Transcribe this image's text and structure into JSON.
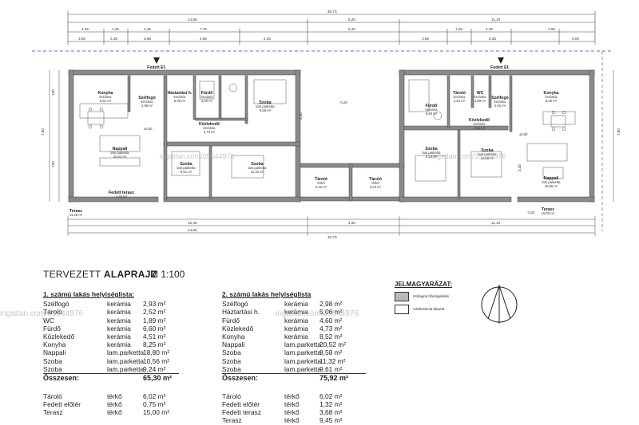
{
  "plan": {
    "top_dims": {
      "overall": "30,73",
      "left_total": "14,55",
      "mid_total": "6,20",
      "right_total": "11,10",
      "segments_row1": [
        "4,45",
        "1,25",
        "2,35",
        "7,75",
        "6,20",
        "1,25",
        "2,35",
        "4,65"
      ],
      "segments_row2": [
        "3,55",
        "2,35",
        "3,95",
        "4,85",
        "2,25",
        "3,95",
        "5,25",
        "4,00"
      ]
    },
    "bottom_dims": {
      "left_total": "15,45",
      "mid_total": "4,20",
      "right_total": "11,10",
      "overall_a": "14,55",
      "overall_b": "30,73"
    },
    "level_marks": [
      "-0,28",
      "±0,00",
      "±0,00",
      "-0,02"
    ],
    "rooms_left": [
      {
        "name": "Konyha",
        "sub": "kerámia",
        "area": "8,52 m²"
      },
      {
        "name": "Szélfogó",
        "sub": "kerámia",
        "area": "2,98 m²"
      },
      {
        "name": "Háztartási h.",
        "sub": "kerámia",
        "area": "5,06 m²"
      },
      {
        "name": "Fürdő",
        "sub": "kerámia",
        "area": "4,60 m²"
      },
      {
        "name": "Szoba",
        "sub": "lam.parketta",
        "area": "8,58 m²"
      },
      {
        "name": "Közlekedő",
        "sub": "kerámia",
        "area": "4,73 m²"
      },
      {
        "name": "Nappali",
        "sub": "lam.parketta",
        "area": "20,52 m²"
      },
      {
        "name": "Szoba",
        "sub": "lam.parketta",
        "area": "9,61 m²"
      },
      {
        "name": "Szoba",
        "sub": "lam.parketta",
        "area": "11,32 m²"
      },
      {
        "name": "Fedett terasz",
        "sub": "",
        "area": "1,32 m²"
      },
      {
        "name": "Terasz",
        "sub": "",
        "area": "14,28 m²"
      },
      {
        "name": "Fedett Ef.",
        "sub": "",
        "area": ""
      }
    ],
    "rooms_mid": [
      {
        "name": "Tároló",
        "sub": "térkő",
        "area": "6,02 m²"
      },
      {
        "name": "Tároló",
        "sub": "térkő",
        "area": "6,02 m²"
      }
    ],
    "rooms_right": [
      {
        "name": "Tároló",
        "sub": "kerámia",
        "area": "2,52 m²"
      },
      {
        "name": "Fürdő",
        "sub": "kerámia",
        "area": "6,60 m²"
      },
      {
        "name": "WC",
        "sub": "kerámia",
        "area": "1,89 m²"
      },
      {
        "name": "Szélfogó",
        "sub": "kerámia",
        "area": "2,93 m²"
      },
      {
        "name": "Konyha",
        "sub": "kerámia",
        "area": "8,25 m²"
      },
      {
        "name": "Közlekedő",
        "sub": "kerámia",
        "area": "4,51 m²"
      },
      {
        "name": "Szoba",
        "sub": "lam.parketta",
        "area": "10,56 m²"
      },
      {
        "name": "Szoba",
        "sub": "lam.parketta",
        "area": "9,24 m²"
      },
      {
        "name": "Nappali",
        "sub": "lam.parketta",
        "area": "18,80 m²"
      },
      {
        "name": "Terasz",
        "sub": "",
        "area": "15,00 m²"
      },
      {
        "name": "Fedett Ef.",
        "sub": "",
        "area": ""
      }
    ],
    "side_dims": [
      "7,80",
      "130",
      "130",
      "3,30",
      "3,30",
      "7,80"
    ]
  },
  "header": {
    "title_a": "TERVEZETT ",
    "title_b": "ALAPRAJZ",
    "scale": "M 1:100"
  },
  "list1": {
    "heading": "1. számú lakás helyiséglista:",
    "rows": [
      [
        "Szélfogó",
        "kerámia",
        "2,93 m²"
      ],
      [
        "Tároló",
        "kerámia",
        "2,52 m²"
      ],
      [
        "WC",
        "kerámia",
        "1,89 m²"
      ],
      [
        "Fürdő",
        "kerámia",
        "6,60 m²"
      ],
      [
        "Közlekedő",
        "kerámia",
        "4,51 m²"
      ],
      [
        "Konyha",
        "kerámia",
        "8,25 m²"
      ],
      [
        "Nappali",
        "lam.parketta",
        "18,80 m²"
      ],
      [
        "Szoba",
        "lam.parketta",
        "10,56 m²"
      ],
      [
        "Szoba",
        "lam.parketta",
        "9,24 m²"
      ]
    ],
    "total_label": "Összesen:",
    "total_value": "65,30 m²",
    "extra": [
      [
        "Tároló",
        "térkő",
        "6,02 m²"
      ],
      [
        "Fedett előtér",
        "térkő",
        "0,75 m²"
      ],
      [
        "Terasz",
        "térkő",
        "15,00 m²"
      ]
    ]
  },
  "list2": {
    "heading": "2. számú lakás helyiséglista",
    "rows": [
      [
        "Szélfogó",
        "kerámia",
        "2,98 m²"
      ],
      [
        "Háztartási h.",
        "kerámia",
        "5,06 m²"
      ],
      [
        "Fürdő",
        "kerámia",
        "4,60 m²"
      ],
      [
        "Közlekedő",
        "kerámia",
        "4,73 m²"
      ],
      [
        "Konyha",
        "kerámia",
        "8,52 m²"
      ],
      [
        "Nappali",
        "lam.parketta",
        "20,52 m²"
      ],
      [
        "Szoba",
        "lam.parketta",
        "8,58 m²"
      ],
      [
        "Szoba",
        "lam.parketta",
        "11,32 m²"
      ],
      [
        "Szoba",
        "lam.parketta",
        "9,61 m²"
      ]
    ],
    "total_label": "Összesen:",
    "total_value": "75,92 m²",
    "extra": [
      [
        "Tároló",
        "térkő",
        "6,02 m²"
      ],
      [
        "Fedett előtér",
        "térkő",
        "1,32 m²"
      ],
      [
        "Fedett terasz",
        "térkő",
        "3,68 m²"
      ],
      [
        "Terasz",
        "térkő",
        "9,45 m²"
      ]
    ]
  },
  "legend": {
    "heading": "JELMAGYARÁZAT:",
    "items": [
      {
        "label": "Utólagos hőszigetelés",
        "color": "#b9b9b9"
      },
      {
        "label": "Vázkerámia falazat",
        "color": "#ffffff"
      }
    ]
  },
  "watermark": "ingatlan.com/35544976",
  "colors": {
    "wall": "#7c7c7c",
    "dim_blue": "#2f49c9",
    "line": "#333333"
  }
}
